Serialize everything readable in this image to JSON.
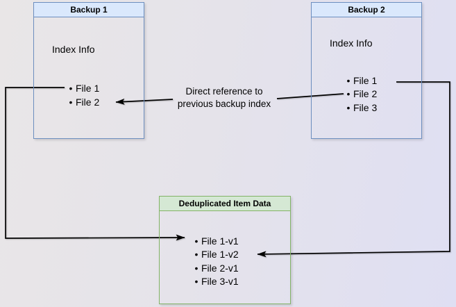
{
  "boxes": {
    "backup1": {
      "title": "Backup 1",
      "subtitle": "Index Info",
      "files": [
        "File 1",
        "File 2"
      ]
    },
    "backup2": {
      "title": "Backup 2",
      "subtitle": "Index Info",
      "files": [
        "File 1",
        "File 2",
        "File 3"
      ]
    },
    "dedup": {
      "title": "Deduplicated Item Data",
      "files": [
        "File 1-v1",
        "File 1-v2",
        "File 2-v1",
        "File 3-v1"
      ]
    }
  },
  "annotations": {
    "direct_reference_label": "Direct reference to\nprevious backup index"
  },
  "connectors": [
    {
      "name": "backup1-file1-to-dedup-file1v1",
      "from": "Backup 1 / File 1",
      "to": "Deduplicated Item Data / File 1-v1"
    },
    {
      "name": "backup2-file2-to-backup1-file2",
      "from": "Backup 2 / File 2",
      "to": "Backup 1 / File 2",
      "label": "Direct reference to previous backup index"
    },
    {
      "name": "backup2-file1-to-dedup-file1v2",
      "from": "Backup 2 / File 1",
      "to": "Deduplicated Item Data / File 1-v2"
    }
  ],
  "colors": {
    "blue_fill": "#dae8fc",
    "blue_border": "#6c8ebf",
    "green_fill": "#d5e8d4",
    "green_border": "#82b366",
    "arrow": "#000000",
    "background_left": "#e9e6e7",
    "background_right": "#dfdff3",
    "text": "#000000"
  }
}
